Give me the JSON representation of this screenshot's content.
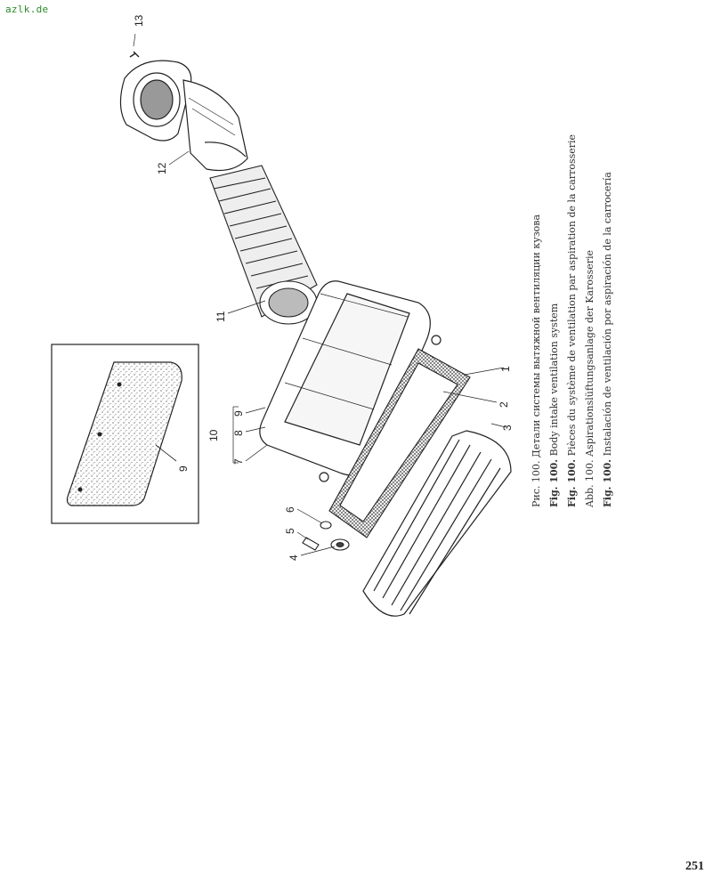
{
  "header": {
    "site": "azlk.de"
  },
  "figure": {
    "caption_lines": [
      {
        "prefix": "Рис. 100.",
        "text": " Детали системы вытяжной вентиляции кузова"
      },
      {
        "prefix": "Fig. 100.",
        "text": " Body intake ventilation system"
      },
      {
        "prefix": "Fig. 100.",
        "text": " Pièces du système de ventilation par aspiration de la carrosserie"
      },
      {
        "prefix": "Abb. 100.",
        "text": " Aspirationslüftungsanlage der Karosserie"
      },
      {
        "prefix": "Fig. 100.",
        "text": " Instalación de ventilación por aspiración de la carrocería"
      }
    ],
    "callouts": [
      "1",
      "2",
      "3",
      "4",
      "5",
      "6",
      "7",
      "8",
      "9",
      "10",
      "11",
      "12",
      "13",
      "9"
    ]
  },
  "footer": {
    "page_number": "251"
  }
}
